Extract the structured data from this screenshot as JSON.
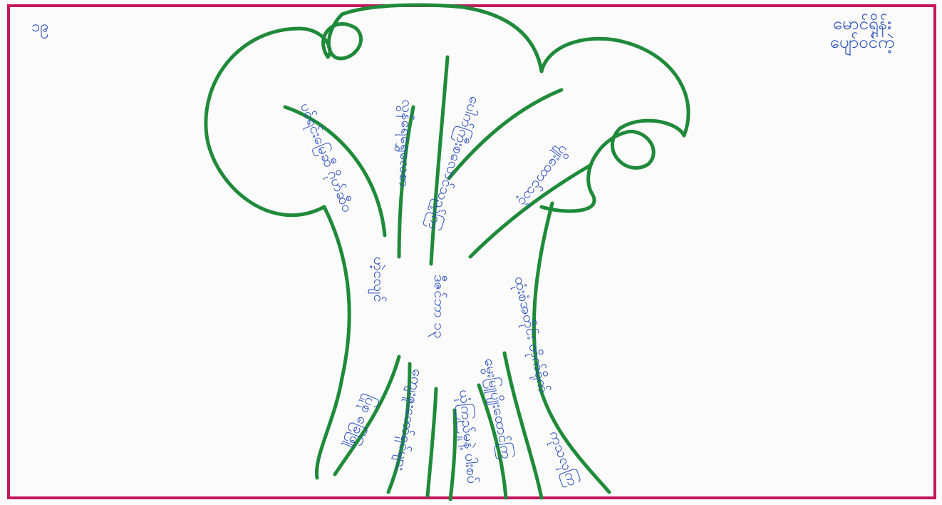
{
  "page": {
    "number": "၁၉",
    "author_line1": "မောင်ရှိန်း",
    "author_line2": "ပျော်ဝင်ကဲ့"
  },
  "tree": {
    "trunk_label_left": "ဟဲ့ငလျင်",
    "trunk_label_center": "ဒီဇင်ဘာ ၁၃",
    "branches": [
      "ပင်ရင်းမြေဆီ ဂိုဟ်ဆီဝ",
      "လွန်ရေရွှေလေစာ",
      "ပေါက်ကြီးစလောင်သည့်ကြ",
      "ပျိုးထောင်သင့်"
    ],
    "roots": [
      "ပြုစု ခြေဖြူ",
      "ကျေးဇူးတော်ရှင်များ",
      "ယုံကြည်မှုနဲ့ ပါးစပ်",
      "မွေးမြူပျိုးထောင်ကြ",
      "ထုံးစံအတိုင်း တိုက်ရိုက်",
      "ကုသလှကြ"
    ],
    "colors": {
      "outline": "#1f8a3a",
      "text": "#2a4fbf",
      "frame": "#c2185b"
    }
  }
}
